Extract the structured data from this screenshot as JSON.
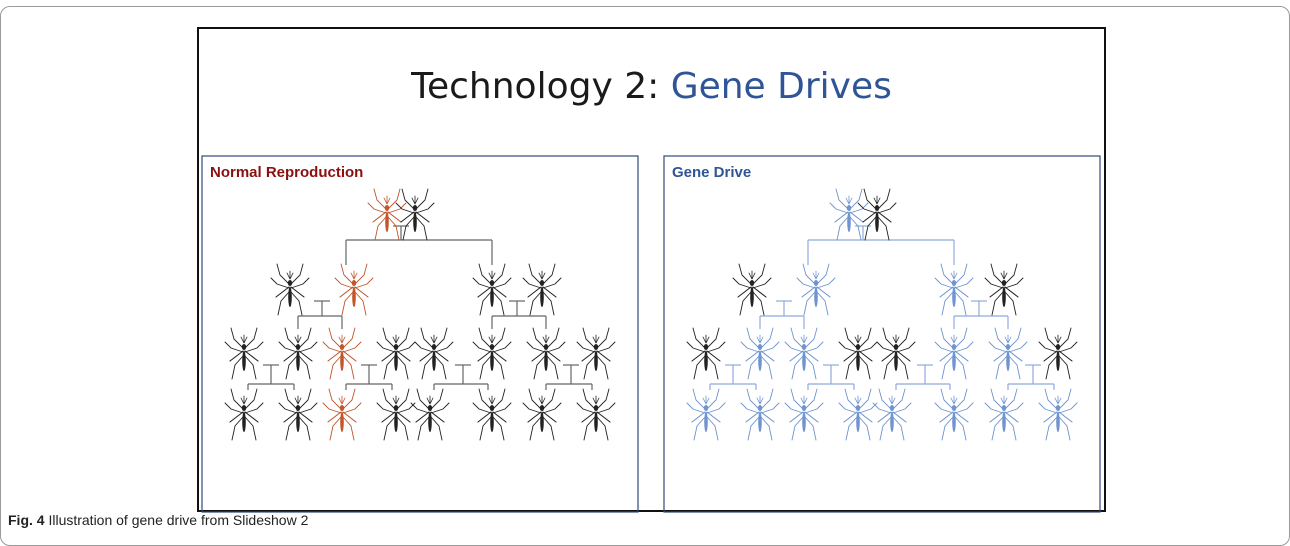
{
  "slide": {
    "title_prefix": "Technology 2: ",
    "title_highlight": "Gene Drives"
  },
  "panels": [
    {
      "label": "Normal Reproduction",
      "label_color": "#8b0f0f",
      "line_color": "#666666",
      "carrier_color": "#c0562a",
      "plain_color": "#222222"
    },
    {
      "label": "Gene Drive",
      "label_color": "#2f5597",
      "line_color": "#8faadc",
      "carrier_color": "#6f94d0",
      "plain_color": "#222222"
    }
  ],
  "figure_caption": {
    "label": "Fig. 4",
    "text": " Illustration of gene drive from Slideshow 2"
  }
}
